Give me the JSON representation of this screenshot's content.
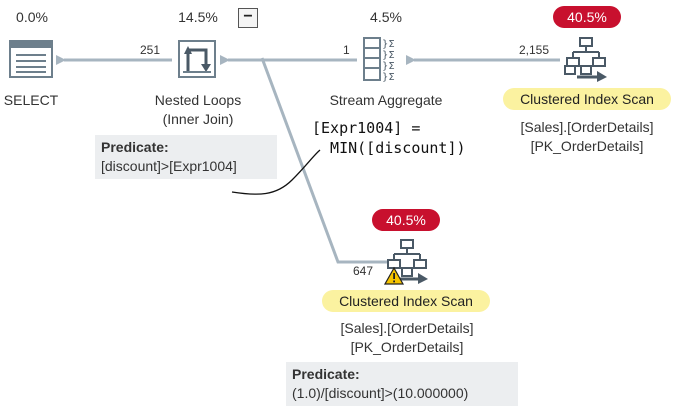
{
  "select": {
    "cost": "0.0%",
    "label": "SELECT"
  },
  "nested_loops": {
    "cost": "14.5%",
    "label_line1": "Nested Loops",
    "label_line2": "(Inner Join)",
    "predicate_title": "Predicate:",
    "predicate_text": "[discount]>[Expr1004]",
    "rows_in": "251"
  },
  "collapse_toggle": {
    "symbol": "−"
  },
  "stream_aggregate": {
    "cost": "4.5%",
    "label": "Stream Aggregate",
    "rows_in": "1",
    "expr_line1": "[Expr1004] =",
    "expr_line2": "  MIN([discount])"
  },
  "scan_top": {
    "cost": "40.5%",
    "label": "Clustered Index Scan",
    "object_line1": "[Sales].[OrderDetails]",
    "object_line2": "[PK_OrderDetails]",
    "rows_in": "2,155"
  },
  "scan_bottom": {
    "cost": "40.5%",
    "label": "Clustered Index Scan",
    "object_line1": "[Sales].[OrderDetails]",
    "object_line2": "[PK_OrderDetails]",
    "rows_in": "647",
    "predicate_title": "Predicate:",
    "predicate_text": "(1.0)/[discount]>(10.000000)"
  },
  "colors": {
    "badge": "#c8102e",
    "highlight": "#fbf2a0",
    "wire": "#a7b5c0",
    "predicate_bg": "#eceef0"
  }
}
